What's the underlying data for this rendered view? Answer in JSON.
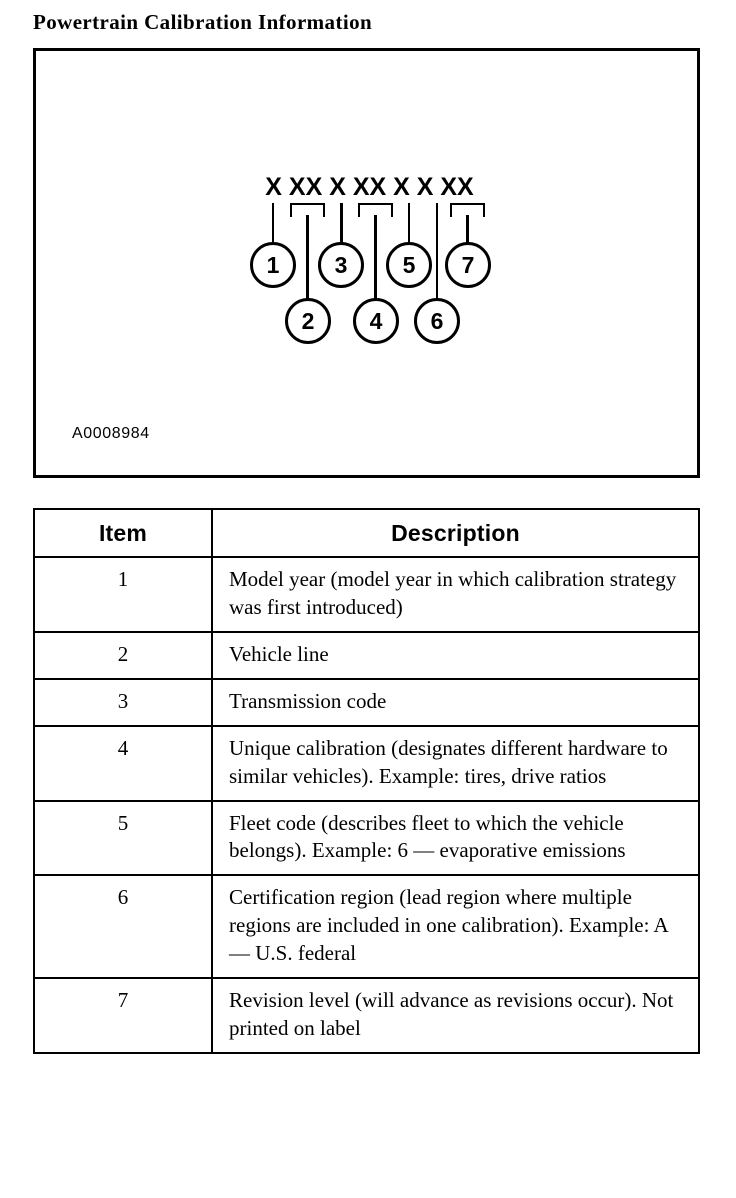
{
  "title": "Powertrain Calibration Information",
  "figure": {
    "id_label": "A0008984",
    "code_string": "X XX X XX X X XX",
    "groups": [
      {
        "callout": "1",
        "chars": "X",
        "row": "top"
      },
      {
        "callout": "2",
        "chars": "XX",
        "row": "bottom"
      },
      {
        "callout": "3",
        "chars": "X",
        "row": "top"
      },
      {
        "callout": "4",
        "chars": "XX",
        "row": "bottom"
      },
      {
        "callout": "5",
        "chars": "X",
        "row": "top"
      },
      {
        "callout": "6",
        "chars": "X",
        "row": "bottom"
      },
      {
        "callout": "7",
        "chars": "XX",
        "row": "top"
      }
    ]
  },
  "table": {
    "headers": {
      "item": "Item",
      "description": "Description"
    },
    "rows": [
      {
        "item": "1",
        "description": "Model year (model year in which calibration strategy was first introduced)"
      },
      {
        "item": "2",
        "description": "Vehicle line"
      },
      {
        "item": "3",
        "description": "Transmission code"
      },
      {
        "item": "4",
        "description": "Unique calibration (designates different hardware to similar vehicles). Example: tires, drive ratios"
      },
      {
        "item": "5",
        "description": "Fleet code (describes fleet to which the vehicle belongs). Example: 6 — evaporative emissions"
      },
      {
        "item": "6",
        "description": "Certification region (lead region where multiple regions are included in one calibration). Example: A — U.S. federal"
      },
      {
        "item": "7",
        "description": "Revision level (will advance as revisions occur). Not printed on label"
      }
    ]
  },
  "colors": {
    "ink": "#000000",
    "paper": "#ffffff"
  }
}
